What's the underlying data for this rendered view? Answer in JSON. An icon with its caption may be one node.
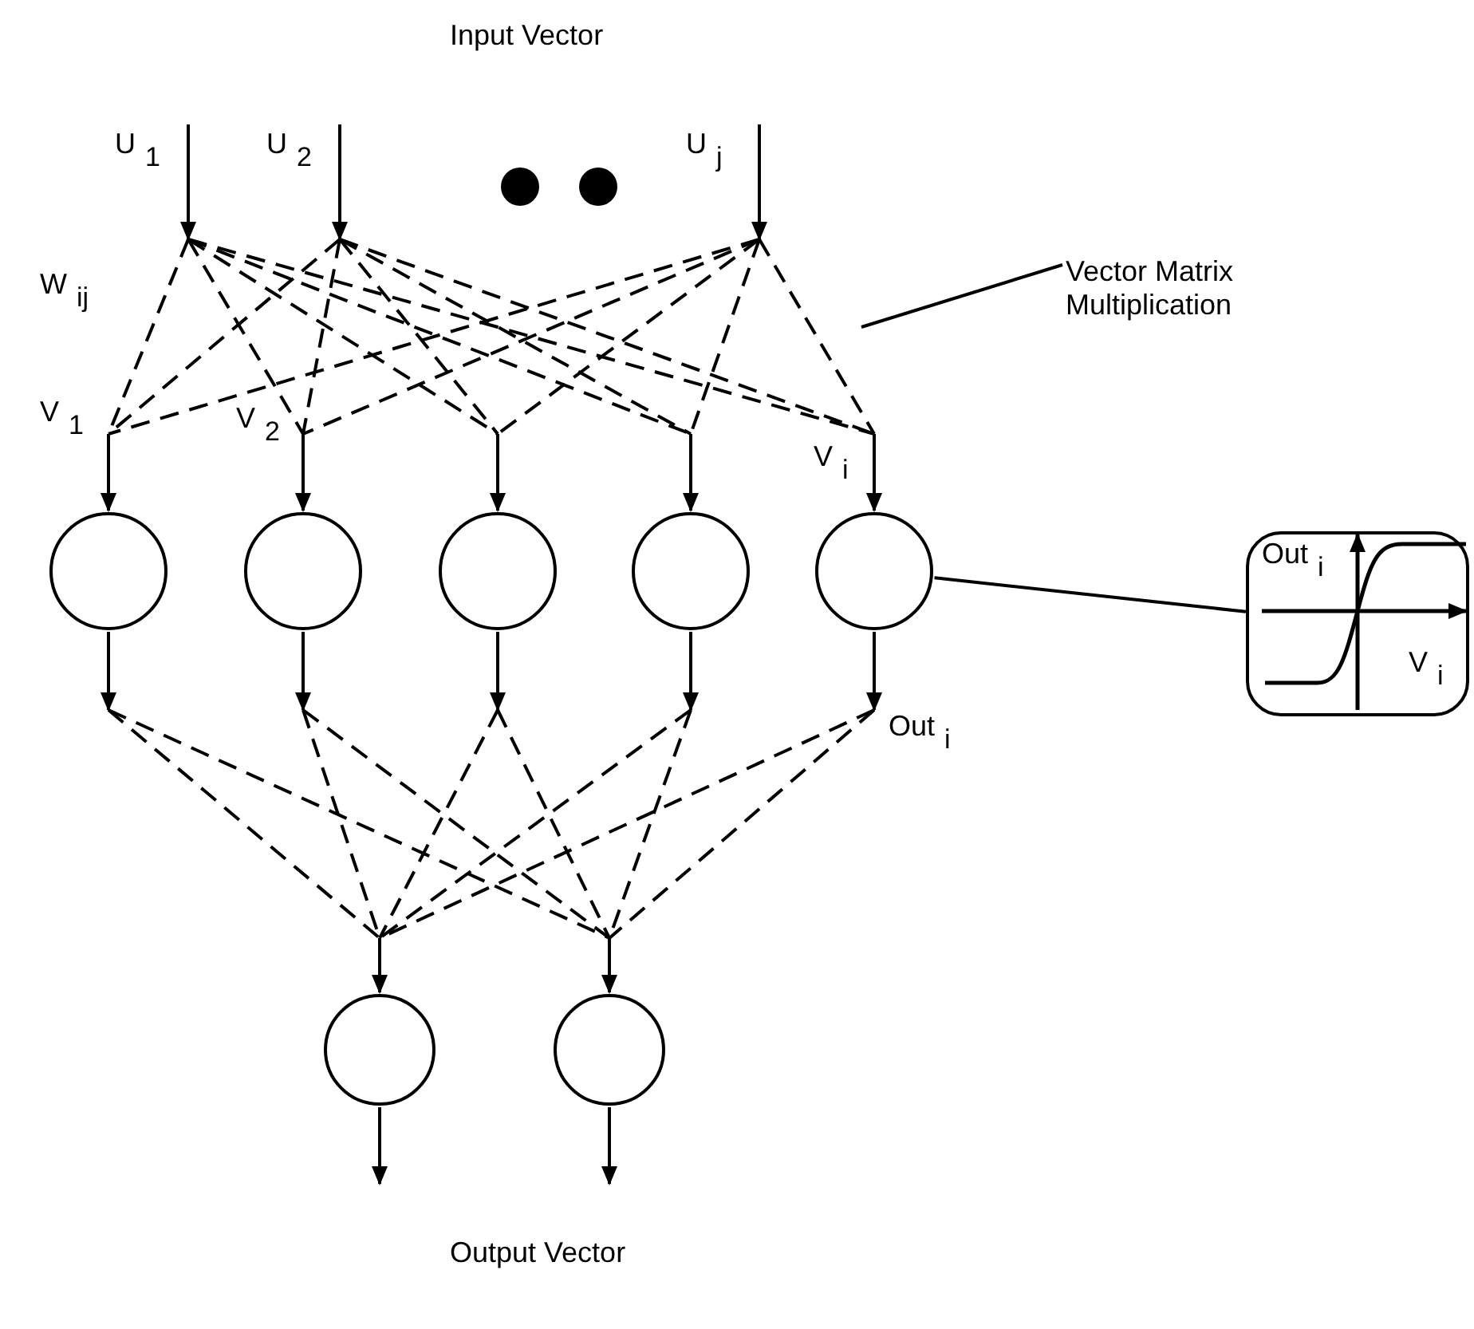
{
  "diagram": {
    "nodes": [
      {
        "text": [
          "U$_{1}$"
        ]
      },
      {
        "text": [
          "U$_{2}$"
        ]
      },
      {
        "text": [
          "U$_{j}$"
        ]
      },
      {
        "text": [
          "Vector Matrix Multiplication"
        ]
      },
      {
        "text": [],
        "shape": "circle"
      },
      {
        "text": [],
        "shape": "circle"
      },
      {
        "text": [],
        "shape": "circle"
      },
      {
        "text": [],
        "shape": "circle"
      },
      {
        "text": [],
        "shape": "circle"
      },
      {
        "text": [
          "Out$_{i}$",
          "V$_{i}$"
        ]
      },
      {
        "text": [],
        "shape": "circle"
      },
      {
        "text": [],
        "shape": "circle"
      }
    ],
    "edges": [
      {
        "from": 0,
        "to": 4,
        "arrow": "to",
        "style": "dashed"
      },
      {
        "from": 0,
        "to": 5,
        "arrow": "to",
        "style": "dashed"
      },
      {
        "from": 0,
        "to": 6,
        "arrow": "to",
        "style": "dashed"
      },
      {
        "from": 0,
        "to": 7,
        "arrow": "to",
        "style": "dashed"
      },
      {
        "from": 0,
        "to": 8,
        "arrow": "to",
        "style": "dashed"
      },
      {
        "from": 1,
        "to": 4,
        "arrow": "to",
        "style": "dashed"
      },
      {
        "from": 1,
        "to": 5,
        "arrow": "to",
        "style": "dashed"
      },
      {
        "from": 1,
        "to": 6,
        "arrow": "to",
        "style": "dashed"
      },
      {
        "from": 1,
        "to": 7,
        "arrow": "to",
        "style": "dashed"
      },
      {
        "from": 1,
        "to": 8,
        "arrow": "to",
        "style": "dashed"
      },
      {
        "from": 2,
        "to": 4,
        "arrow": "to",
        "style": "dashed"
      },
      {
        "from": 2,
        "to": 5,
        "arrow": "to",
        "style": "dashed"
      },
      {
        "from": 2,
        "to": 6,
        "arrow": "to",
        "style": "dashed"
      },
      {
        "from": 2,
        "to": 7,
        "arrow": "to",
        "style": "dashed"
      },
      {
        "from": 2,
        "to": 8,
        "arrow": "to",
        "style": "dashed"
      },
      {
        "from": 4,
        "to": 10,
        "arrow": "to",
        "style": "dashed"
      },
      {
        "from": 4,
        "to": 11,
        "arrow": "to",
        "style": "dashed"
      },
      {
        "from": 5,
        "to": 10,
        "arrow": "to",
        "style": "dashed"
      },
      {
        "from": 5,
        "to": 11,
        "arrow": "to",
        "style": "dashed"
      },
      {
        "from": 6,
        "to": 10,
        "arrow": "to",
        "style": "dashed"
      },
      {
        "from": 6,
        "to": 11,
        "arrow": "to",
        "style": "dashed"
      },
      {
        "from": 7,
        "to": 10,
        "arrow": "to",
        "style": "dashed"
      },
      {
        "from": 7,
        "to": 11,
        "arrow": "to",
        "style": "dashed"
      },
      {
        "from": 8,
        "to": 10,
        "arrow": "to",
        "style": "dashed"
      },
      {
        "from": 8,
        "to": 11,
        "arrow": "to",
        "style": "dashed"
      },
      {
        "from": 10,
        "to": null,
        "arrow": "to"
      },
      {
        "from": 11,
        "to": null,
        "arrow": "to"
      },
      {
        "from": 3,
        "to": null,
        "arrow": "none"
      },
      {
        "from": 8,
        "to": 9,
        "arrow": "none"
      }
    ],
    "labels": [
      "Input Vector",
      "W$_{ij}$",
      "V$_{1}$",
      "V$_{2}$",
      "V$_{i}$",
      "Out$_{i}$",
      "Output Vector"
    ]
  }
}
